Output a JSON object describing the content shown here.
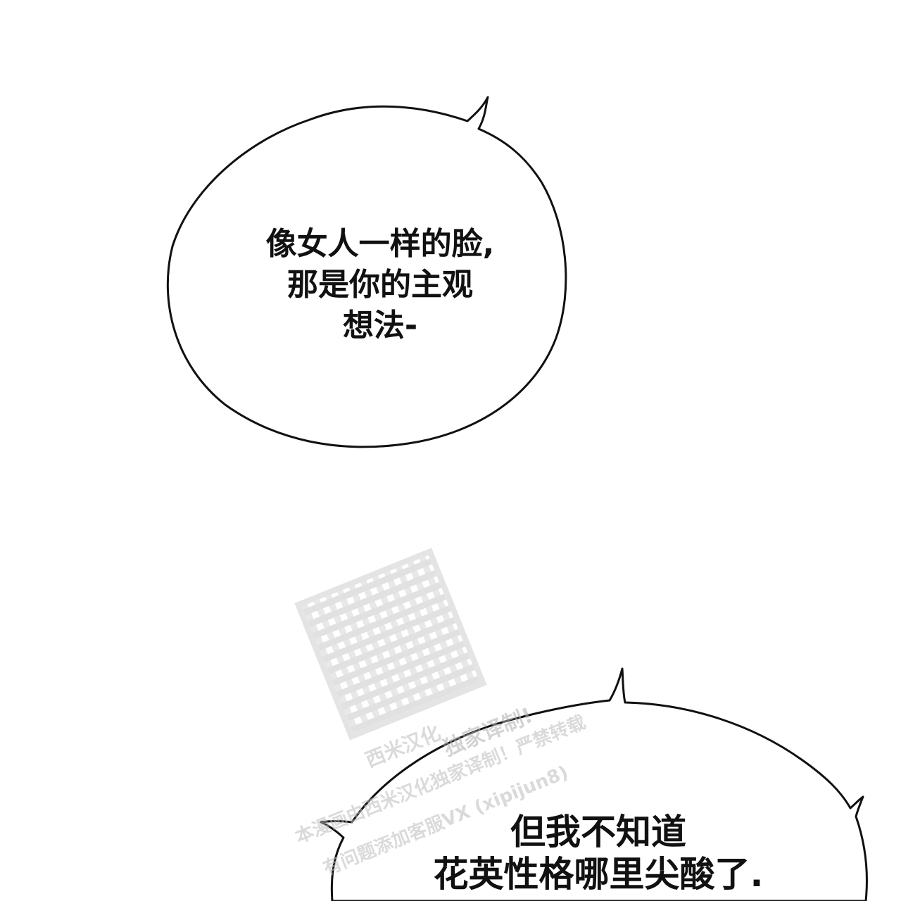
{
  "bubbles": [
    {
      "text": "像女人一样的脸,\n那是你的主观\n想法-"
    },
    {
      "text": "但我不知道\n花英性格哪里尖酸了."
    }
  ],
  "watermark": {
    "line1": "西米汉化",
    "line2": "独家译制!",
    "line3": "本漫画由西米汉化独家译制！严禁转载",
    "line4": "有问题添加客服VX (xipijun8)"
  },
  "colors": {
    "background": "#ffffff",
    "ink": "#111111",
    "watermark": "#bdbdbd"
  }
}
